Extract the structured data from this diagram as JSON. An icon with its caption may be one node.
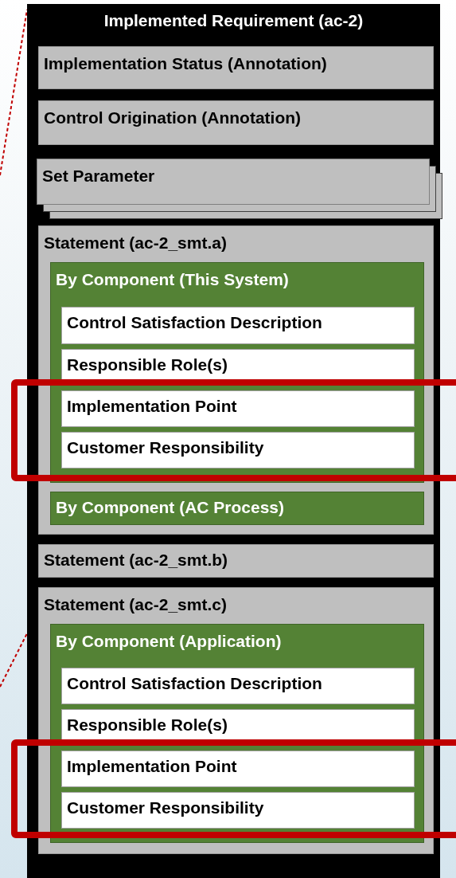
{
  "diagram": {
    "nodes": [
      {
        "text": [
          "Implemented Requirement (ac-2)"
        ]
      },
      {
        "text": [
          "Implementation Status (Annotation)"
        ],
        "in": 0
      },
      {
        "text": [
          "Control Origination (Annotation)"
        ],
        "in": 0
      },
      {
        "text": [
          "Set Parameter"
        ],
        "in": 0
      },
      {
        "text": [
          "Statement (ac-2_smt.a)"
        ],
        "in": 0
      },
      {
        "text": [
          "By Component (This System)"
        ],
        "in": 4
      },
      {
        "text": [
          "Control Satisfaction Description"
        ],
        "in": 5
      },
      {
        "text": [
          "Responsible Role(s)"
        ],
        "in": 5
      },
      {
        "text": [
          "Implementation Point"
        ],
        "in": 5
      },
      {
        "text": [
          "Customer Responsibility"
        ],
        "in": 5
      },
      {
        "text": [
          "By Component (AC Process)"
        ],
        "in": 4
      },
      {
        "text": [
          "Statement (ac-2_smt.b)"
        ],
        "in": 0
      },
      {
        "text": [
          "Statement (ac-2_smt.c)"
        ],
        "in": 0
      },
      {
        "text": [
          "By Component (Application)"
        ],
        "in": 12
      },
      {
        "text": [
          "Control Satisfaction Description"
        ],
        "in": 13
      },
      {
        "text": [
          "Responsible Role(s)"
        ],
        "in": 13
      },
      {
        "text": [
          "Implementation Point"
        ],
        "in": 13
      },
      {
        "text": [
          "Customer Responsibility"
        ],
        "in": 13
      }
    ],
    "edges": [
      {
        "from": null,
        "to": 0,
        "arrow": "none",
        "style": "dashed",
        "color": "#c00000"
      },
      {
        "from": null,
        "to": 12,
        "arrow": "none",
        "style": "dashed",
        "color": "#c00000"
      }
    ]
  }
}
